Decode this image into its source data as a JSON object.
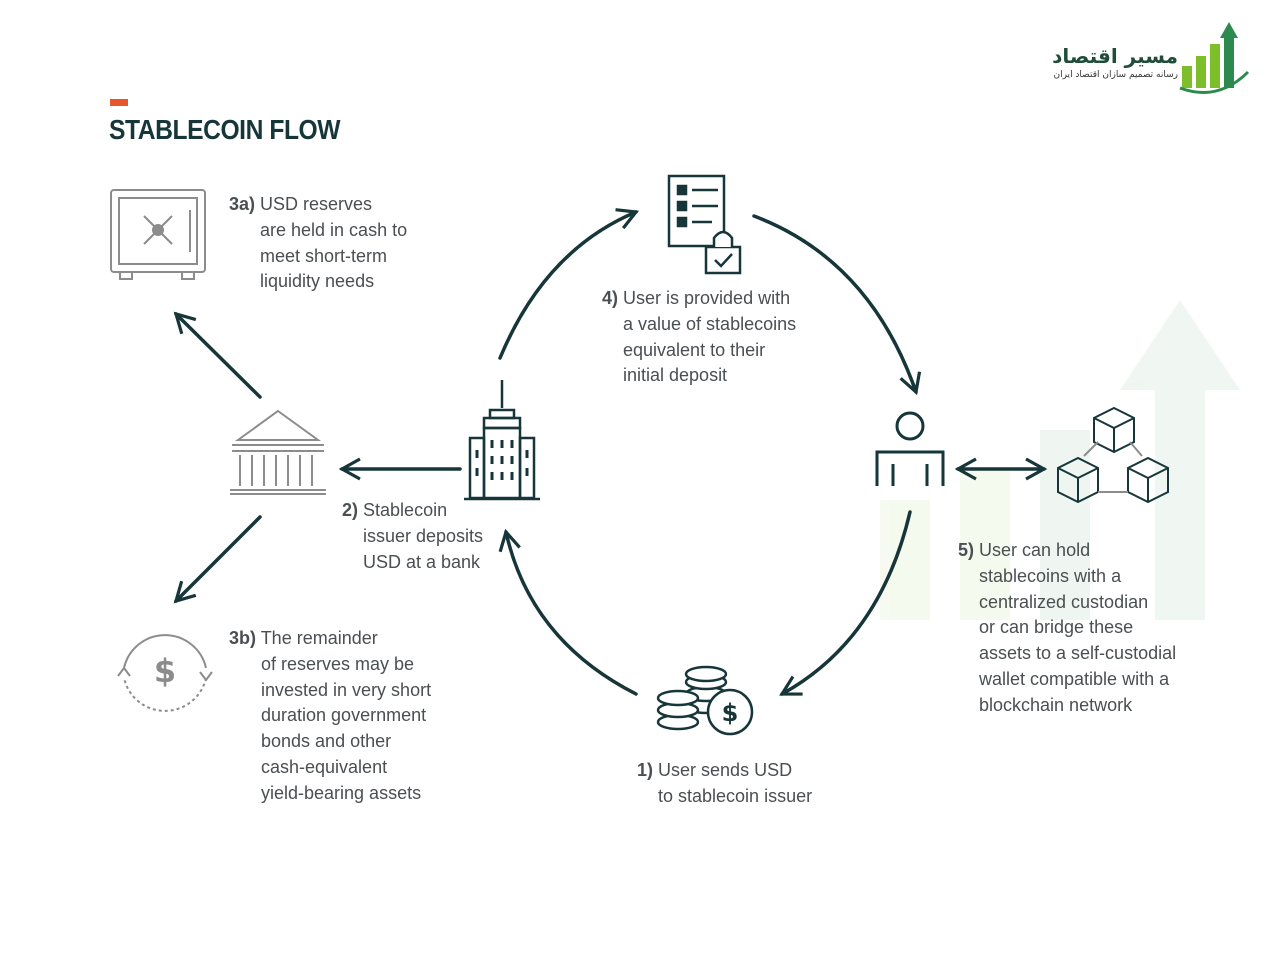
{
  "title": "STABLECOIN FLOW",
  "colors": {
    "accent": "#e8562a",
    "dark": "#16363a",
    "gray_icon": "#8c8c8c",
    "text": "#4a4f52"
  },
  "logo": {
    "name": "مسیر اقتصاد",
    "tagline": "رسانه تصمیم سازان اقتصاد ایران"
  },
  "steps": {
    "s1": {
      "num": "1)",
      "lines": [
        "User sends USD",
        "to stablecoin issuer"
      ]
    },
    "s2": {
      "num": "2)",
      "lines": [
        "Stablecoin",
        "issuer deposits",
        "USD at a bank"
      ]
    },
    "s3a": {
      "num": "3a)",
      "lines": [
        "USD reserves",
        "are held in cash to",
        "meet short-term",
        "liquidity needs"
      ]
    },
    "s3b": {
      "num": "3b)",
      "lines": [
        "The remainder",
        "of reserves may be",
        "invested in very short",
        "duration government",
        "bonds and other",
        "cash-equivalent",
        "yield-bearing assets"
      ]
    },
    "s4": {
      "num": "4)",
      "lines": [
        "User is provided with",
        "a value of stablecoins",
        "equivalent to their",
        "initial deposit"
      ]
    },
    "s5": {
      "num": "5)",
      "lines": [
        "User can hold",
        "stablecoins with a",
        "centralized custodian",
        "or can bridge these",
        "assets to a self-custodial",
        "wallet compatible with a",
        "blockchain network"
      ]
    }
  },
  "icons": {
    "vault": "vault-icon",
    "bank": "bank-icon",
    "issuer": "building-icon",
    "document": "secure-document-icon",
    "user": "user-icon",
    "blockchain": "blockchain-cubes-icon",
    "coins": "coins-icon",
    "invest": "dollar-cycle-icon"
  }
}
